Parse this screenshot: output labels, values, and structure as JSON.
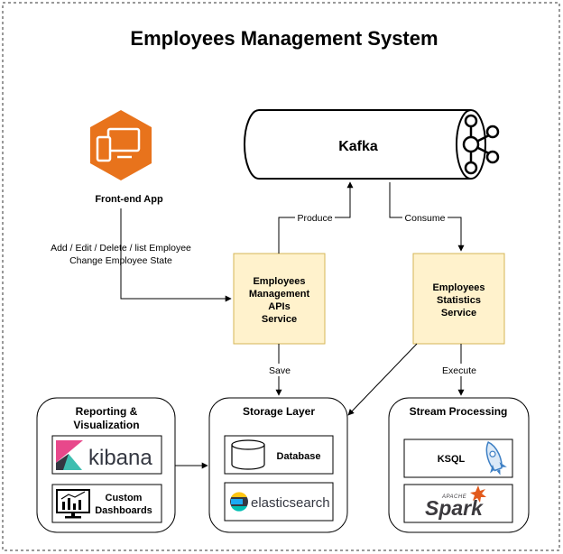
{
  "title": "Employees Management System",
  "kafka": {
    "label": "Kafka"
  },
  "frontend": {
    "label": "Front-end App"
  },
  "user_actions": {
    "line1": "Add / Edit / Delete / list Employee",
    "line2": "Change Employee State"
  },
  "apis_service": {
    "line1": "Employees",
    "line2": "Management",
    "line3": "APIs",
    "line4": "Service"
  },
  "stats_service": {
    "line1": "Employees",
    "line2": "Statistics",
    "line3": "Service"
  },
  "edges": {
    "produce": "Produce",
    "consume": "Consume",
    "save": "Save",
    "execute": "Execute"
  },
  "reporting": {
    "title_line1": "Reporting &",
    "title_line2": "Visualization",
    "kibana": "kibana",
    "custom_line1": "Custom",
    "custom_line2": "Dashboards"
  },
  "storage": {
    "title": "Storage Layer",
    "database": "Database",
    "elasticsearch": "elasticsearch"
  },
  "stream": {
    "title": "Stream Processing",
    "ksql": "KSQL",
    "spark": "Spark",
    "spark_tag": "APACHE"
  },
  "colors": {
    "service_fill": "#fff2cc",
    "service_stroke": "#d6b656",
    "frontend_orange": "#e8731c",
    "kibana_pink": "#e8488b",
    "kibana_teal": "#3ebeb0",
    "elastic_yellow": "#fec514",
    "elastic_teal": "#00bfb3",
    "elastic_blue": "#1ba9f5",
    "spark_orange": "#e25a1c"
  }
}
